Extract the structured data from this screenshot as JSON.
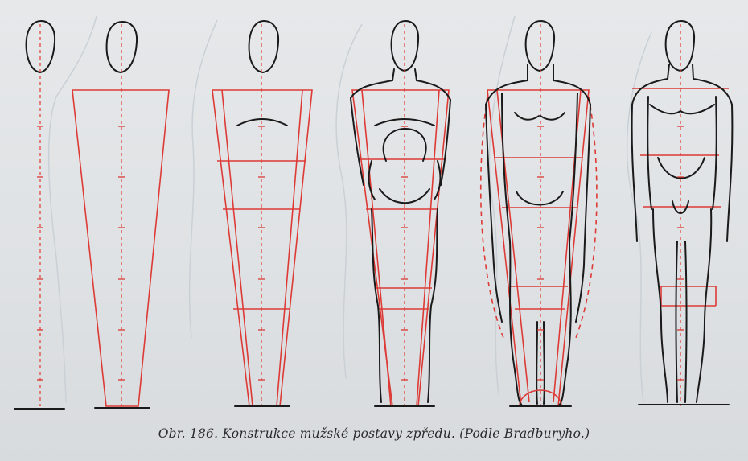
{
  "caption": {
    "text": "Obr. 186. Konstrukce mužské postavy zpředu. (Podle Bradburyho.)"
  },
  "colors": {
    "construction": "#dd3a36",
    "outline": "#1a1a1a",
    "paper": "#e2e4e6"
  },
  "figures": [
    {
      "stage": 1
    },
    {
      "stage": 2
    },
    {
      "stage": 3
    },
    {
      "stage": 4
    },
    {
      "stage": 5
    },
    {
      "stage": 6
    }
  ]
}
